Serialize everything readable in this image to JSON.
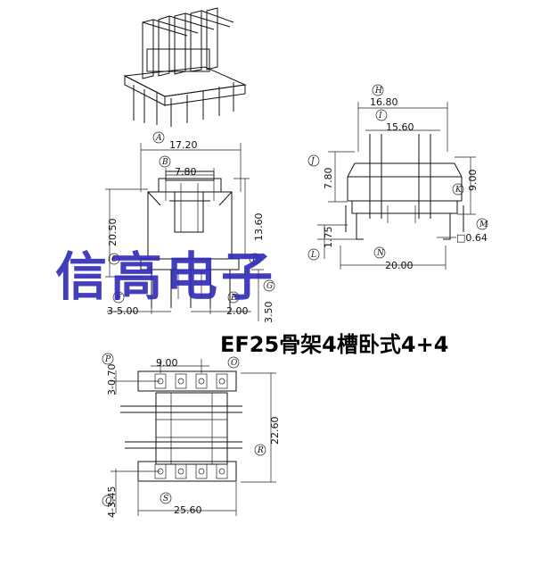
{
  "watermark": "信高电子",
  "title": "EF25骨架4槽卧式4+4",
  "front_view": {
    "A_label": "A",
    "A_value": "17.20",
    "B_label": "B",
    "B_value": "7.80",
    "C_label": "C",
    "C_value": "20.50",
    "D_label": "D",
    "D_value": "13.60",
    "E_label": "E",
    "E_value": "2.00",
    "F_label": "F",
    "F_value": "3-5.00",
    "G_label": "G",
    "G_value": "3.50"
  },
  "side_view": {
    "H_label": "H",
    "H_value": "16.80",
    "I_label": "I",
    "I_value": "15.60",
    "J_label": "J",
    "J_value": "7.80",
    "K_label": "K",
    "K_value": "9.00",
    "L_label": "L",
    "L_value": "1.75",
    "M_label": "M",
    "M_value": "□0.64",
    "N_label": "N",
    "N_value": "20.00"
  },
  "bottom_view": {
    "O_label": "O",
    "O_value": "9.00",
    "P_label": "P",
    "P_value": "3-0.70",
    "Q_label": "Q",
    "Q_value": "4-3.45",
    "R_label": "R",
    "R_value": "22.60",
    "S_label": "S",
    "S_value": "25.60"
  }
}
